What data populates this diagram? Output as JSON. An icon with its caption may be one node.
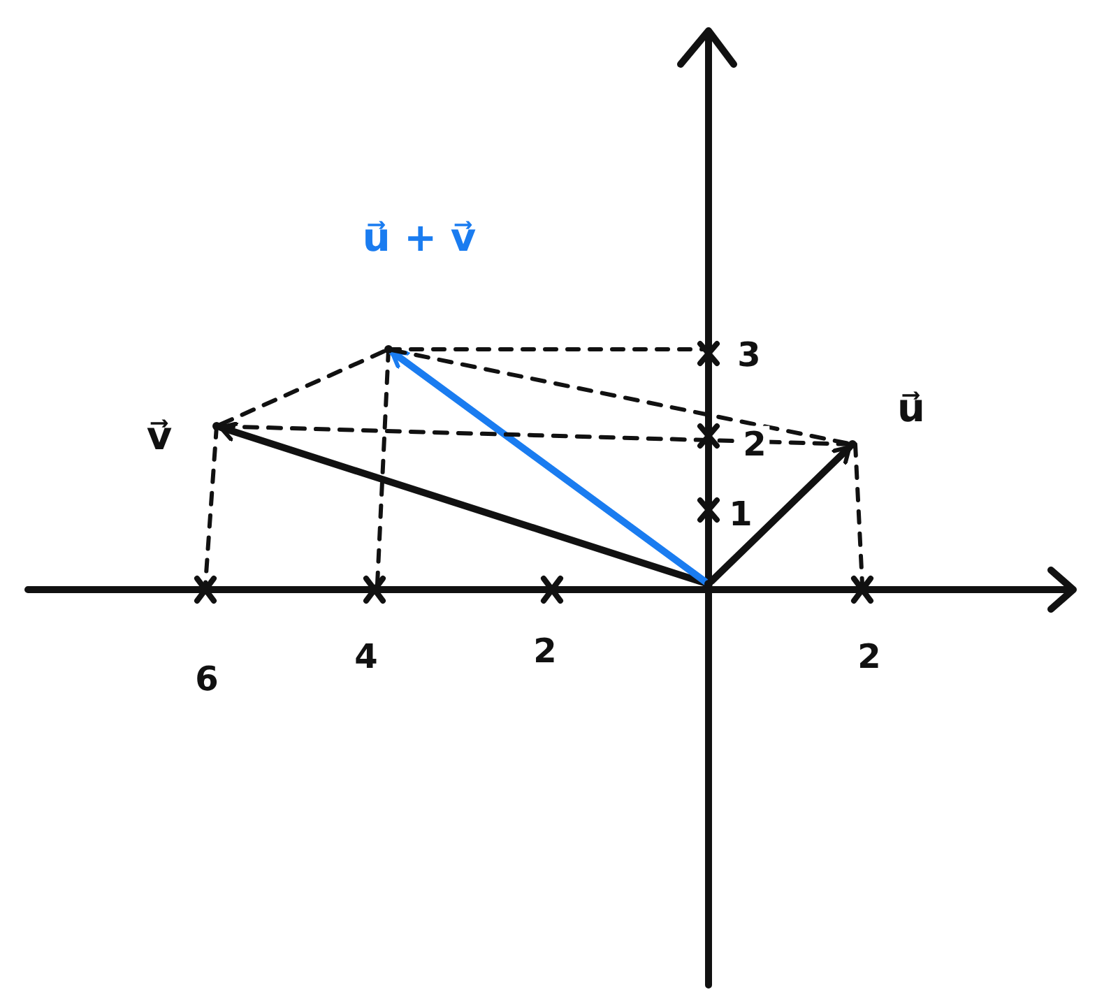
{
  "diagram": {
    "nodes": [
      {
        "text": [],
        "shape": "point"
      },
      {
        "text": [],
        "shape": "point",
        "beside": [
          "u⃗"
        ]
      },
      {
        "text": [],
        "shape": "point",
        "beside": [
          "v⃗"
        ]
      },
      {
        "text": [],
        "shape": "point",
        "beside": [
          "u⃗ + v⃗"
        ]
      }
    ],
    "edges": [
      {
        "from": 0,
        "to": 1,
        "arrow": "to"
      },
      {
        "from": 0,
        "to": 2,
        "arrow": "to"
      },
      {
        "from": 0,
        "to": 3,
        "arrow": "to",
        "color": "#1a7cf0"
      },
      {
        "from": 2,
        "to": 3,
        "arrow": "none",
        "style": "dashed"
      },
      {
        "from": 3,
        "to": 1,
        "arrow": "none",
        "style": "dashed"
      },
      {
        "from": 2,
        "to": 1,
        "arrow": "none",
        "style": "dashed"
      }
    ],
    "labels": [
      "3",
      "2",
      "1",
      "6",
      "4",
      "2",
      "2"
    ]
  }
}
